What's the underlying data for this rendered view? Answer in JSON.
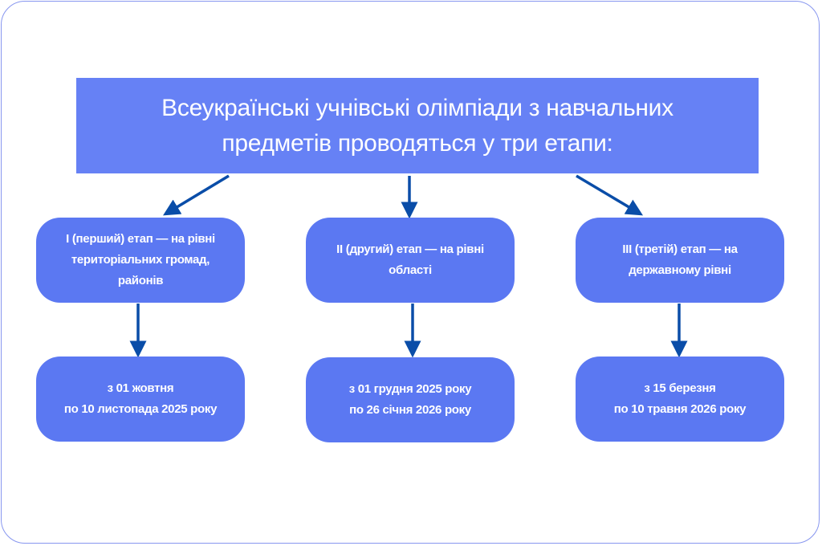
{
  "title": {
    "line1": "Всеукраїнські учнівські олімпіади з навчальних",
    "line2": "предметів проводяться у три етапи:"
  },
  "stages": [
    {
      "lines": [
        "I (перший) етап — на рівні",
        "територіальних громад,",
        "районів"
      ],
      "dates": [
        "з 01 жовтня",
        "по 10 листопада 2025 року"
      ]
    },
    {
      "lines": [
        "II (другий) етап — на рівні",
        "області"
      ],
      "dates": [
        "з 01 грудня 2025 року",
        "по 26 січня 2026 року"
      ]
    },
    {
      "lines": [
        "III (третій) етап — на",
        "державному рівні"
      ],
      "dates": [
        "з 15 березня",
        "по 10 травня 2026 року"
      ]
    }
  ],
  "colors": {
    "header": "#6681f5",
    "box": "#5b78f2",
    "arrow": "#0a4da8"
  }
}
